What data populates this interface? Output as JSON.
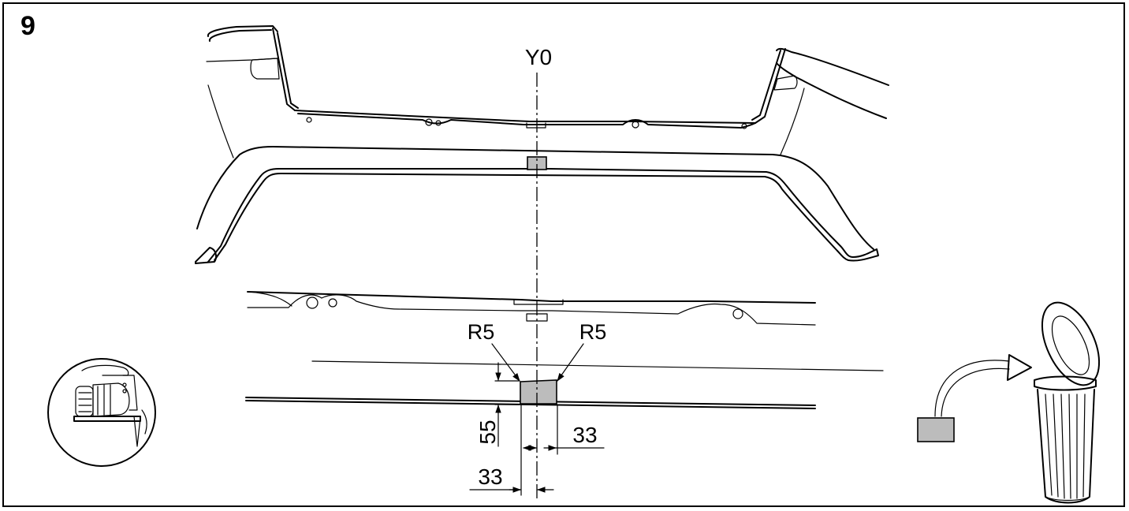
{
  "figure": {
    "step_number": "9",
    "centerline_label": "Y0",
    "radius_left": "R5",
    "radius_right": "R5",
    "dim_height": "55",
    "dim_right_half_width": "33",
    "dim_left_half_width": "33"
  },
  "icons": {
    "tool": "jigsaw-icon",
    "discard": "trash-can-icon"
  },
  "colors": {
    "line": "#000000",
    "hatch_fill": "#bcbcbc",
    "background": "#ffffff"
  }
}
